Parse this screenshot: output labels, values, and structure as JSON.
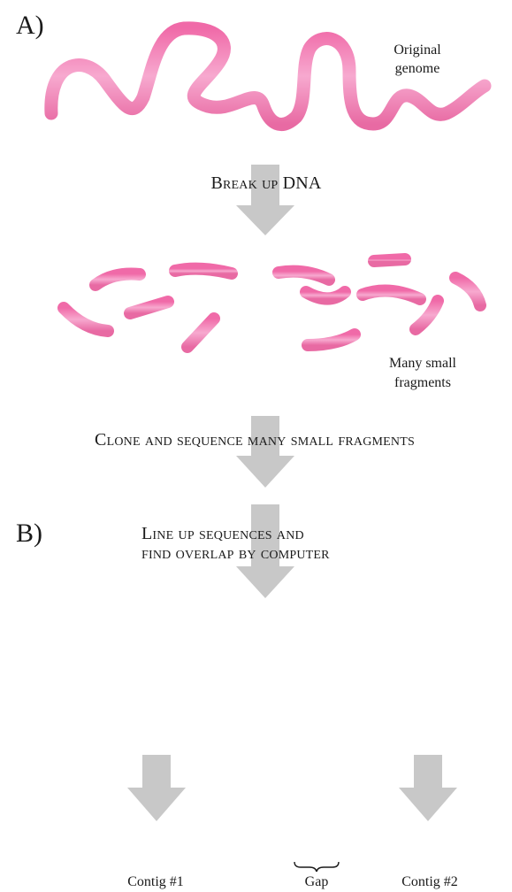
{
  "panels": {
    "a_label": "A)",
    "b_label": "B)"
  },
  "genome": {
    "caption_line1": "Original",
    "caption_line2": "genome"
  },
  "steps": {
    "break_up": "Break up DNA",
    "clone_sequence": "Clone and sequence many small fragments",
    "line_up_line1": "Line up sequences and",
    "line_up_line2": "find overlap by computer"
  },
  "fragments": {
    "caption_line1": "Many small",
    "caption_line2": "fragments"
  },
  "contigs": {
    "contig1": "Contig #1",
    "gap": "Gap",
    "contig2": "Contig #2"
  },
  "colors": {
    "fragment": "#ef7fb4",
    "fragment_highlight": "#f7a8cf",
    "arrow": "#c8c8c8"
  }
}
